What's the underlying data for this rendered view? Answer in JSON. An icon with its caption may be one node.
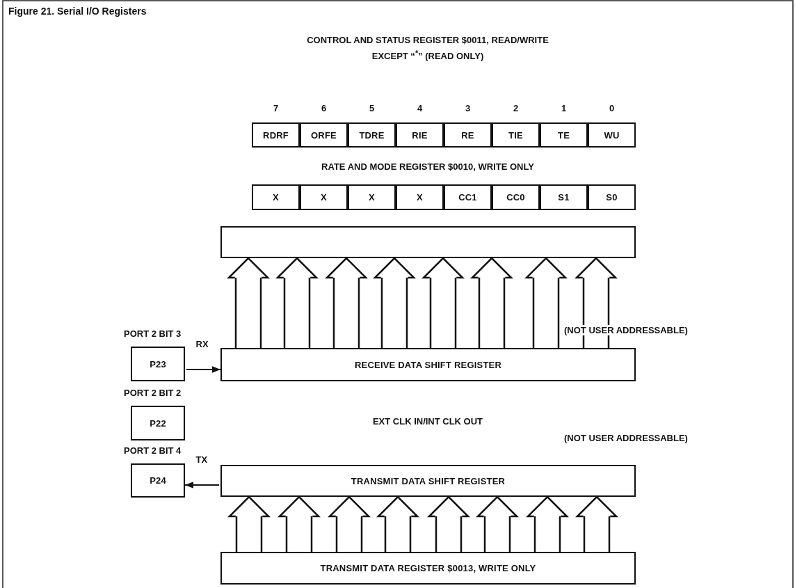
{
  "diagram": {
    "title": "Figure 21. Serial I/O Registers",
    "nodes": [
      {
        "text": [
          "RDRF"
        ],
        "beside": [
          "7"
        ]
      },
      {
        "text": [
          "ORFE"
        ],
        "beside": [
          "6"
        ]
      },
      {
        "text": [
          "TDRE"
        ],
        "beside": [
          "5"
        ]
      },
      {
        "text": [
          "RIE"
        ],
        "beside": [
          "4"
        ]
      },
      {
        "text": [
          "RE"
        ],
        "beside": [
          "3"
        ]
      },
      {
        "text": [
          "TIE"
        ],
        "beside": [
          "2"
        ]
      },
      {
        "text": [
          "TE"
        ],
        "beside": [
          "1"
        ]
      },
      {
        "text": [
          "WU"
        ],
        "beside": [
          "0"
        ]
      },
      {
        "text": [
          "X"
        ]
      },
      {
        "text": [
          "X"
        ]
      },
      {
        "text": [
          "X"
        ]
      },
      {
        "text": [
          "X"
        ]
      },
      {
        "text": [
          "CC1"
        ]
      },
      {
        "text": [
          "CC0"
        ]
      },
      {
        "text": [
          "S1"
        ]
      },
      {
        "text": [
          "S0"
        ]
      },
      {
        "text": [],
        "shape": "box"
      },
      {
        "text": [
          "RECEIVE DATA SHIFT REGISTER"
        ]
      },
      {
        "text": [
          "P23"
        ],
        "beside": [
          "PORT 2 BIT 3"
        ]
      },
      {
        "text": [
          "P22"
        ],
        "beside": [
          "PORT 2 BIT 2"
        ]
      },
      {
        "text": [
          "P24"
        ],
        "beside": [
          "PORT 2 BIT 4"
        ]
      },
      {
        "text": [
          "TRANSMIT DATA SHIFT REGISTER"
        ]
      },
      {
        "text": [
          "TRANSMIT DATA REGISTER $0013, WRITE ONLY"
        ]
      }
    ],
    "edges": [
      {
        "from": 17,
        "to": 16,
        "arrow": "to"
      },
      {
        "from": 17,
        "to": 16,
        "arrow": "to"
      },
      {
        "from": 17,
        "to": 16,
        "arrow": "to"
      },
      {
        "from": 17,
        "to": 16,
        "arrow": "to"
      },
      {
        "from": 17,
        "to": 16,
        "arrow": "to"
      },
      {
        "from": 17,
        "to": 16,
        "arrow": "to"
      },
      {
        "from": 17,
        "to": 16,
        "arrow": "to"
      },
      {
        "from": 17,
        "to": 16,
        "arrow": "to"
      },
      {
        "from": 18,
        "to": 17,
        "arrow": "to",
        "label": "RX"
      },
      {
        "from": 21,
        "to": 20,
        "arrow": "to",
        "label": "TX"
      },
      {
        "from": 22,
        "to": 21,
        "arrow": "to"
      },
      {
        "from": 22,
        "to": 21,
        "arrow": "to"
      },
      {
        "from": 22,
        "to": 21,
        "arrow": "to"
      },
      {
        "from": 22,
        "to": 21,
        "arrow": "to"
      },
      {
        "from": 22,
        "to": 21,
        "arrow": "to"
      },
      {
        "from": 22,
        "to": 21,
        "arrow": "to"
      },
      {
        "from": 22,
        "to": 21,
        "arrow": "to"
      },
      {
        "from": 22,
        "to": 21,
        "arrow": "to"
      }
    ],
    "labels": [
      "CONTROL AND STATUS REGISTER $0011, READ/WRITE",
      "EXCEPT “$^{*}$” (READ ONLY)",
      "RATE AND MODE REGISTER $0010, WRITE ONLY",
      "(NOT USER ADDRESSABLE)",
      "EXT CLK IN/INT CLK OUT",
      "(NOT USER ADDRESSABLE)"
    ]
  }
}
